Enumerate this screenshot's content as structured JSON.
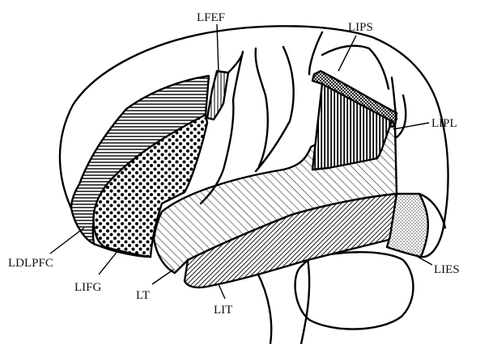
{
  "diagram": {
    "labels": {
      "lfef": "LFEF",
      "lips": "LIPS",
      "lipl": "LIPL",
      "ldlpfc": "LDLPFC",
      "lifg": "LIFG",
      "lt": "LT",
      "lit": "LIT",
      "lies": "LIES"
    }
  }
}
